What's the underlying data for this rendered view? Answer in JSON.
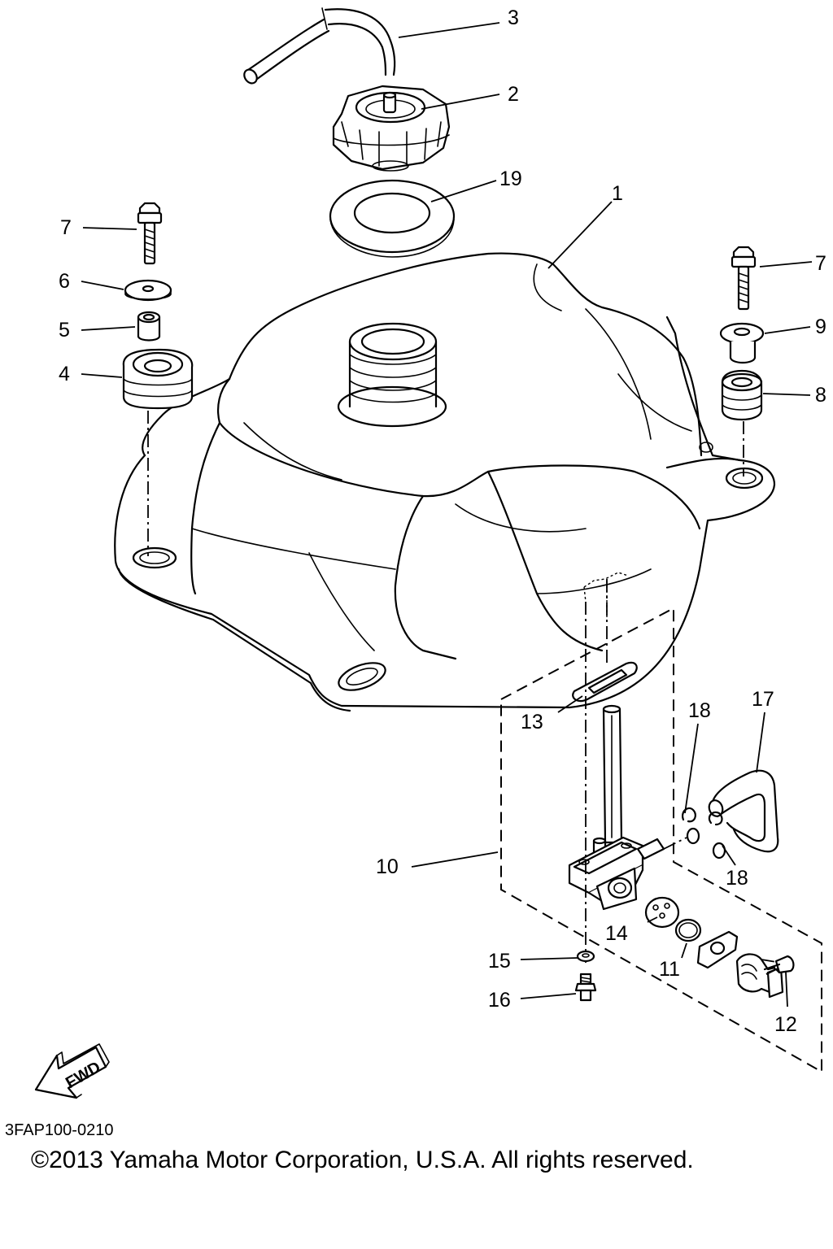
{
  "callouts": {
    "c1": "1",
    "c2": "2",
    "c3": "3",
    "c4": "4",
    "c5": "5",
    "c6": "6",
    "c7a": "7",
    "c7b": "7",
    "c8": "8",
    "c9": "9",
    "c10": "10",
    "c11": "11",
    "c12": "12",
    "c13": "13",
    "c14": "14",
    "c15": "15",
    "c16": "16",
    "c17": "17",
    "c18a": "18",
    "c18b": "18",
    "c19": "19"
  },
  "fwd_label": "FWD",
  "diagram_id": "3FAP100-0210",
  "copyright": "©2013 Yamaha Motor Corporation, U.S.A. All rights reserved."
}
